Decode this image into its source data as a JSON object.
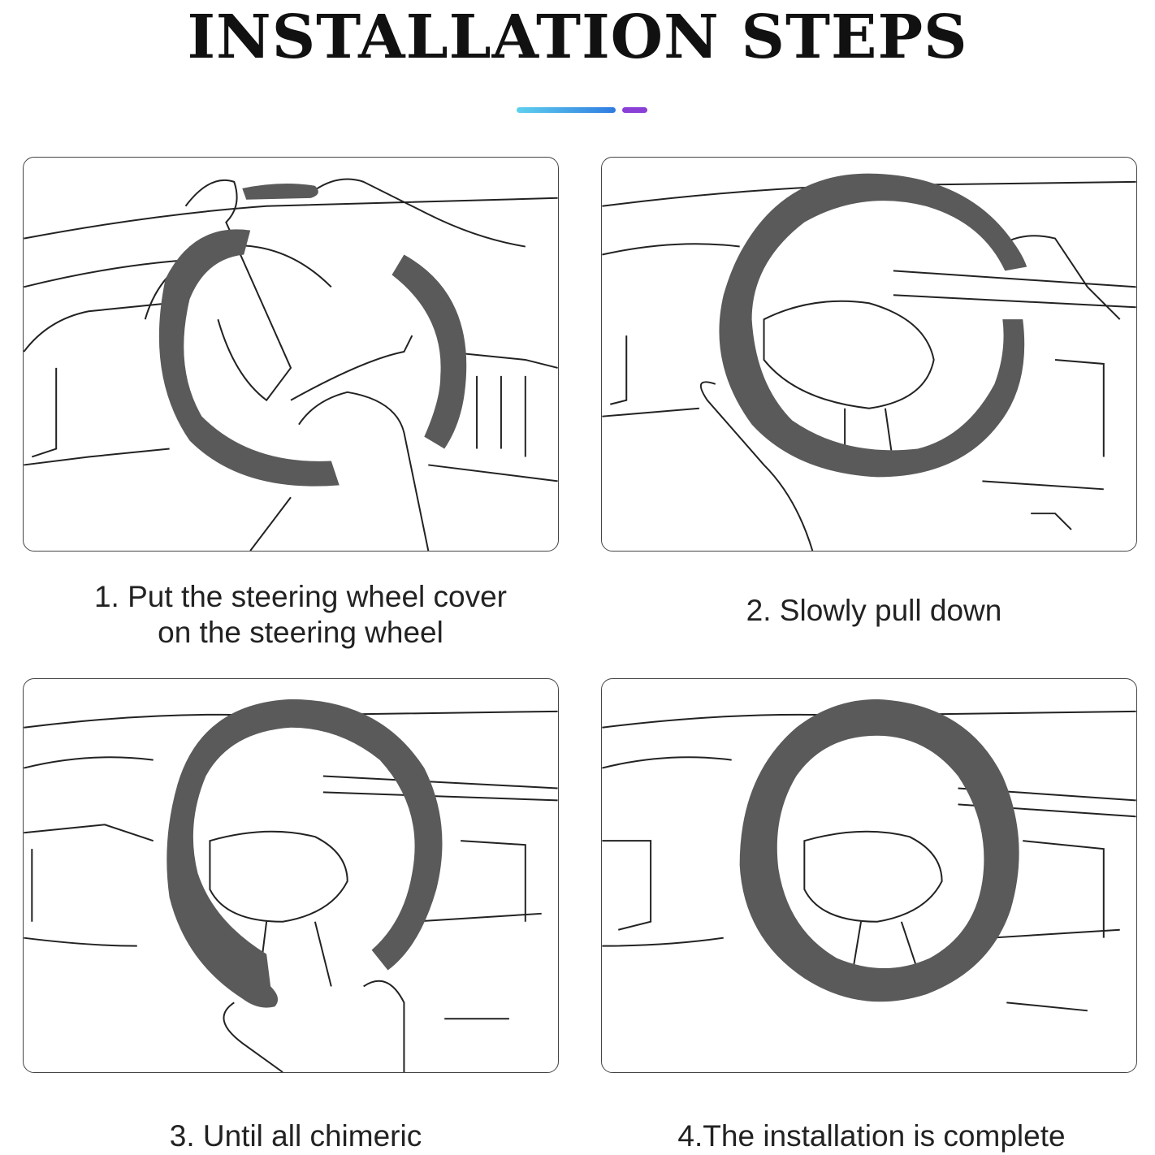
{
  "title": "INSTALLATION STEPS",
  "accent_colors": [
    "#3aa6e8",
    "#8a3fd6"
  ],
  "wheel_cover_color": "#5a5a5a",
  "steps": [
    {
      "lines": [
        "1. Put the steering wheel cover",
        "on the steering wheel"
      ]
    },
    {
      "lines": [
        "2. Slowly pull down"
      ]
    },
    {
      "lines": [
        "3. Until all chimeric"
      ]
    },
    {
      "lines": [
        "4.The installation is complete"
      ]
    }
  ]
}
